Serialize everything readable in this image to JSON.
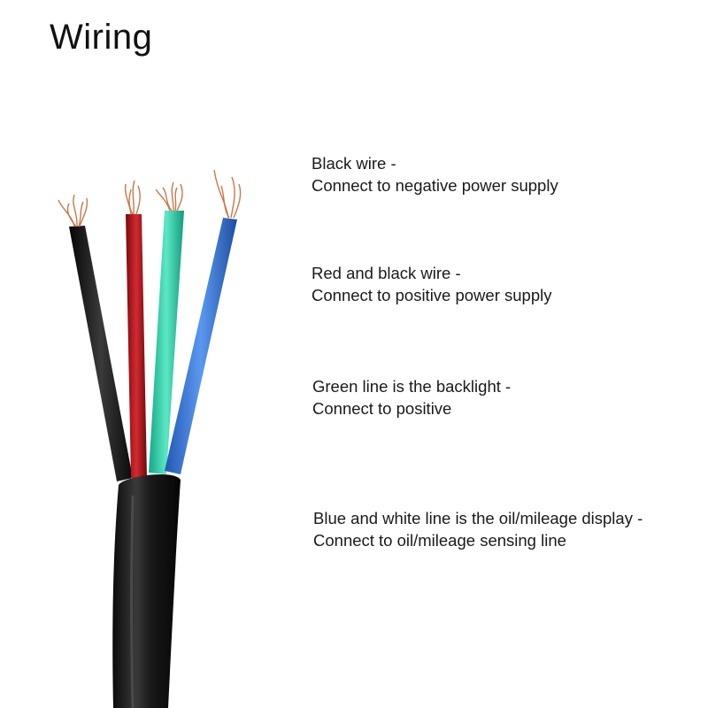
{
  "title": "Wiring",
  "wires": [
    {
      "color_name": "black",
      "color": "#1b1b1b",
      "icon": "black-wire-icon"
    },
    {
      "color_name": "red-black",
      "color": "#b3141e",
      "icon": "red-wire-icon"
    },
    {
      "color_name": "green",
      "color": "#2fd0a8",
      "icon": "green-wire-icon"
    },
    {
      "color_name": "blue",
      "color": "#3a78d8",
      "icon": "blue-wire-icon"
    }
  ],
  "descriptions": [
    {
      "line1": "Black wire -",
      "line2": "Connect to negative power supply"
    },
    {
      "line1": "Red and black wire -",
      "line2": "Connect to positive power supply"
    },
    {
      "line1": "Green line is the backlight -",
      "line2": "Connect to positive"
    },
    {
      "line1": "Blue and white line is the oil/mileage display -",
      "line2": "Connect to oil/mileage sensing line"
    }
  ]
}
